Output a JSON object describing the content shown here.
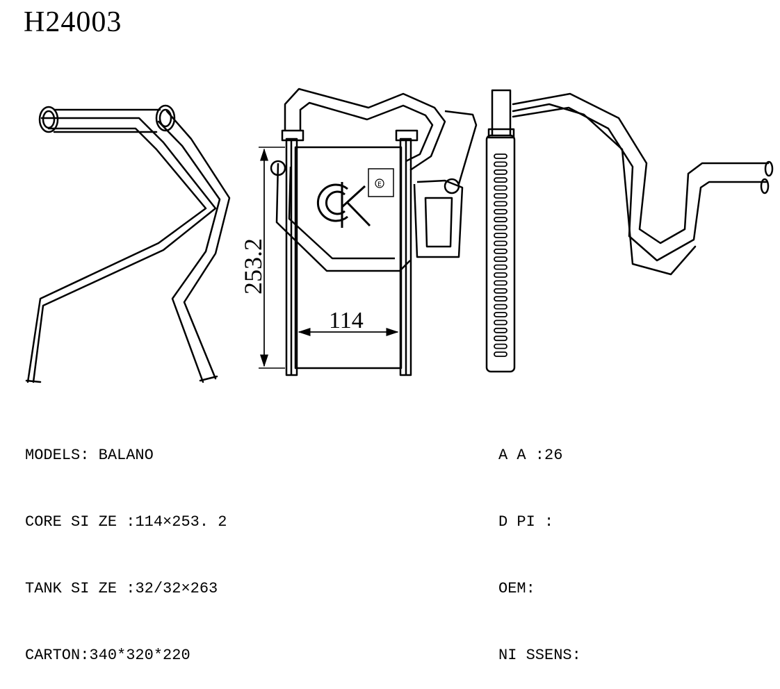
{
  "title": "H24003",
  "dimensions": {
    "height": "253.2",
    "width": "114"
  },
  "logo": {
    "text": "ck",
    "registered": "E"
  },
  "specs_left": [
    {
      "label": "MODELS:",
      "value": " BALANO"
    },
    {
      "label": "CORE SI ZE :",
      "value": "114×253. 2"
    },
    {
      "label": "TANK SI ZE :",
      "value": "32/32×263"
    },
    {
      "label": "CARTON:",
      "value": "340*320*220"
    }
  ],
  "specs_right": [
    {
      "label": "A A :",
      "value": "26"
    },
    {
      "label": "D PI :",
      "value": ""
    },
    {
      "label": "OEM:",
      "value": ""
    },
    {
      "label": "NI SSENS:",
      "value": ""
    }
  ]
}
